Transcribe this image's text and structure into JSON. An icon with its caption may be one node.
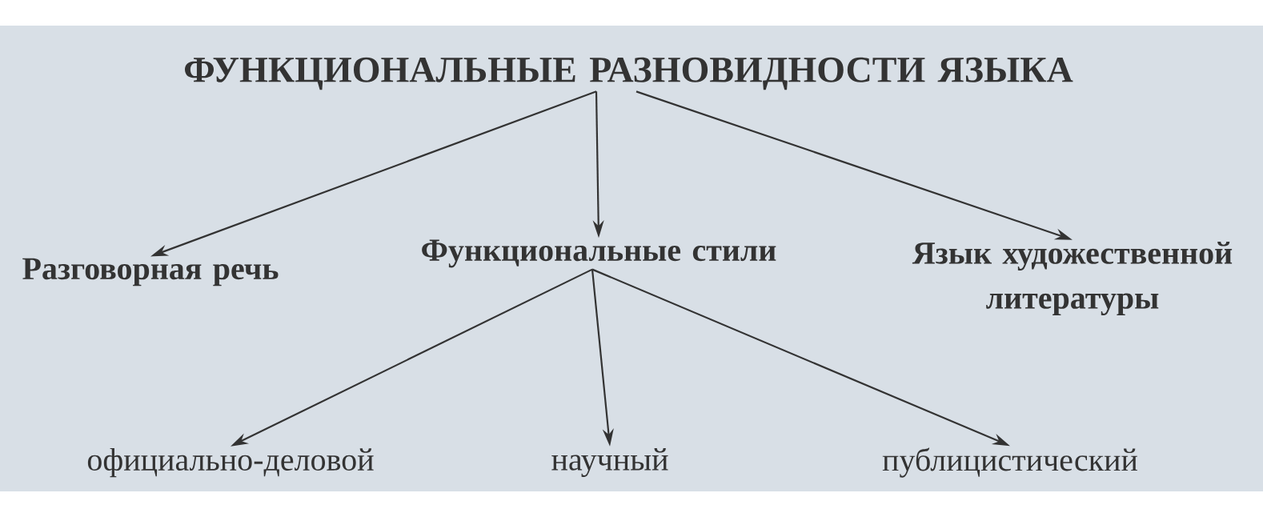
{
  "diagram": {
    "nodes": [
      {
        "text": [
          "ФУНКЦИОНАЛЬНЫЕ РАЗНОВИДНОСТИ ЯЗЫКА"
        ]
      },
      {
        "text": [
          "Разговорная речь"
        ]
      },
      {
        "text": [
          "Функциональные стили"
        ]
      },
      {
        "text": [
          "Язык художественной литературы"
        ]
      },
      {
        "text": [
          "официально-деловой"
        ]
      },
      {
        "text": [
          "научный"
        ]
      },
      {
        "text": [
          "публицистический"
        ]
      }
    ],
    "edges": [
      {
        "from": 0,
        "to": 1,
        "arrow": "to"
      },
      {
        "from": 0,
        "to": 2,
        "arrow": "to"
      },
      {
        "from": 0,
        "to": 3,
        "arrow": "to"
      },
      {
        "from": 2,
        "to": 4,
        "arrow": "to"
      },
      {
        "from": 2,
        "to": 5,
        "arrow": "to"
      },
      {
        "from": 2,
        "to": 6,
        "arrow": "to"
      }
    ]
  }
}
